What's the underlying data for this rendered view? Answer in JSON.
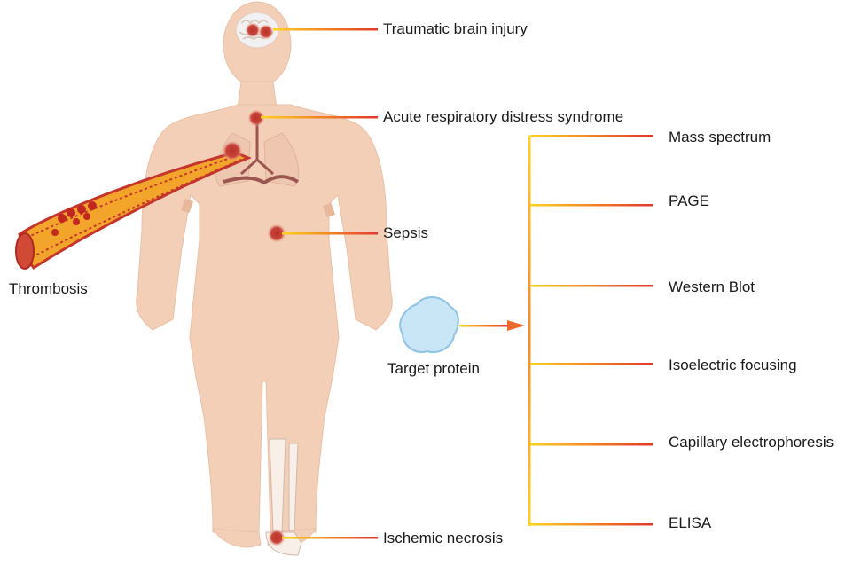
{
  "diseases": [
    {
      "id": "tbi",
      "label": "Traumatic brain injury"
    },
    {
      "id": "ards",
      "label": "Acute respiratory distress syndrome"
    },
    {
      "id": "sepsis",
      "label": "Sepsis"
    },
    {
      "id": "thrombosis",
      "label": "Thrombosis"
    },
    {
      "id": "necrosis",
      "label": "Ischemic necrosis"
    }
  ],
  "target": {
    "label": "Target protein"
  },
  "methods": [
    {
      "label": "Mass spectrum"
    },
    {
      "label": "PAGE"
    },
    {
      "label": "Western Blot"
    },
    {
      "label": "Isoelectric focusing"
    },
    {
      "label": "Capillary electrophoresis"
    },
    {
      "label": "ELISA"
    }
  ],
  "colors": {
    "skin": "#f3cfb8",
    "skin_edge": "#e9bca2",
    "lesion": "#b8322a",
    "leader_start": "#ffd21f",
    "leader_end": "#e2382b",
    "vessel": "#c4362c",
    "protein": "#c9e6f7"
  }
}
